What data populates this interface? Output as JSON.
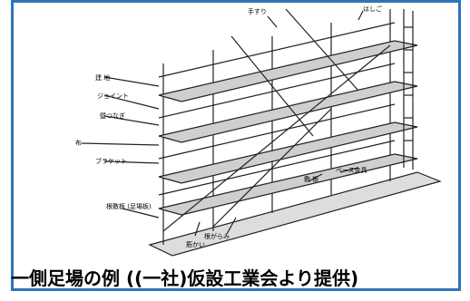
{
  "labels": {
    "handrail": "手すり",
    "ladder": "はしご",
    "tsuka": "建 地",
    "joint": "ジョイント",
    "wall_tie": "壁つなぎ",
    "cloth": "布",
    "bracket": "ブラケット",
    "base_bar": "根がらみ",
    "brace": "筋かい",
    "base_metal": "ベース金具",
    "plank": "敷 板",
    "sole_board": "根敷板\n(足場板)"
  },
  "caption": "一側足場の例 ((一社)仮設工業会より提供)"
}
